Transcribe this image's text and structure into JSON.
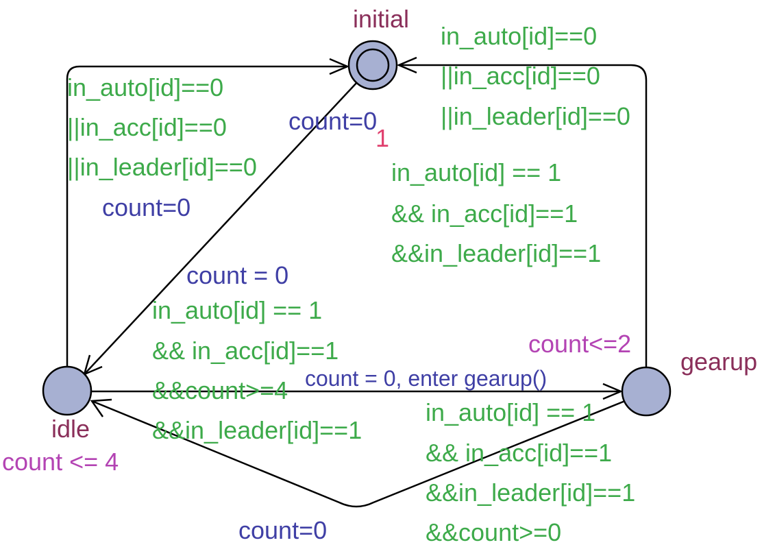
{
  "colors": {
    "guard": "#3daa4a",
    "update": "#3f3fa5",
    "invariant": "#b343b3",
    "location_name": "#8a2f5a",
    "priority": "#e0406e",
    "location_fill": "#a7b0d2"
  },
  "locations": {
    "initial": {
      "name": "initial",
      "initial_marker": true
    },
    "idle": {
      "name": "idle",
      "invariant": "count <= 4"
    },
    "gearup": {
      "name": "gearup",
      "invariant": "count<=2"
    }
  },
  "edges": {
    "idle_to_initial": {
      "guard": [
        "in_auto[id]==0",
        "||in_acc[id]==0",
        "||in_leader[id]==0"
      ],
      "update": "count=0"
    },
    "gearup_to_initial": {
      "guard": [
        "in_auto[id]==0",
        "||in_acc[id]==0",
        "||in_leader[id]==0"
      ]
    },
    "initial_to_idle": {
      "update": "count = 0",
      "guard": [
        "in_auto[id] == 1",
        "&& in_acc[id]==1",
        "&&in_leader[id]==1"
      ]
    },
    "idle_to_gearup": {
      "guard": [
        "in_auto[id] == 1",
        "&& in_acc[id]==1",
        "&&count>=4",
        "&&in_leader[id]==1"
      ],
      "update": "count = 0, enter  gearup()"
    },
    "gearup_to_idle": {
      "guard": [
        "in_auto[id] == 1",
        "&& in_acc[id]==1",
        "&&in_leader[id]==1",
        "&&count>=0"
      ],
      "update": "count=0"
    }
  },
  "misc": {
    "initial_update": "count=0",
    "priority_label": "1"
  }
}
